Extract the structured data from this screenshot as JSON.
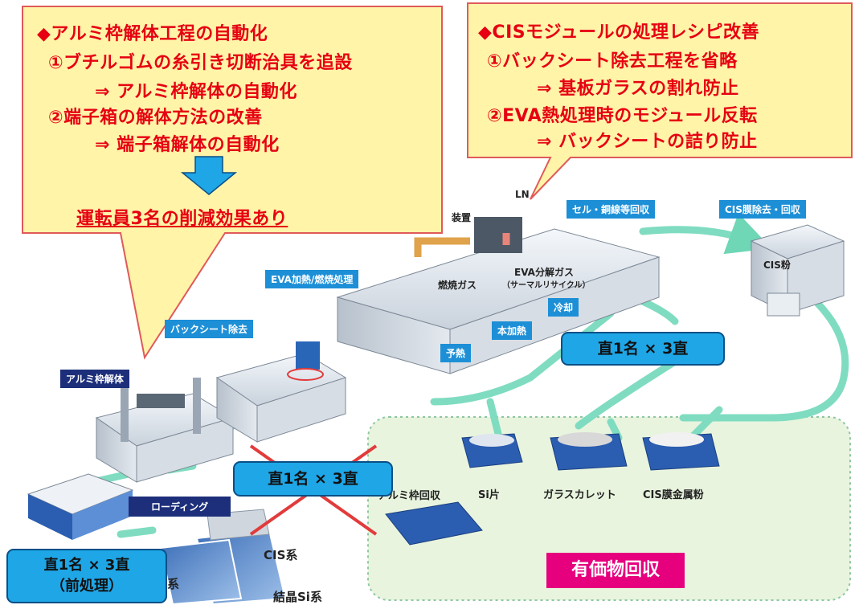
{
  "callout_left": {
    "title": "◆アルミ枠解体工程の自動化",
    "item1": "①ブチルゴムの糸引き切断治具を追設",
    "item1_result": "⇒ アルミ枠解体の自動化",
    "item2": "②端子箱の解体方法の改善",
    "item2_result": "⇒ 端子箱解体の自動化",
    "effect": "運転員3名の削減効果あり"
  },
  "callout_right": {
    "title": "◆CISモジュールの処理レシピ改善",
    "item1": "①バックシート除去工程を省略",
    "item1_result": "⇒ 基板ガラスの割れ防止",
    "item2": "②EVA熱処理時のモジュール反転",
    "item2_result": "⇒ バックシートの詰り防止"
  },
  "stages": {
    "alumi_kaitai": "アルミ枠解体",
    "backsheet": "バックシート除去",
    "eva": "EVA加熱/燃焼処理",
    "loading": "ローディング",
    "cell_recovery": "セル・銅線等回収",
    "cis_removal": "CIS膜除去・回収",
    "yonetsu": "予熱",
    "honkanetsu": "本加熱",
    "reikyaku": "冷却",
    "souchi": "装置",
    "ln": "LN",
    "nensho_gas": "燃焼ガス",
    "eva_gas": "EVA分解ガス",
    "eva_gas_sub": "（サーマルリサイクル）",
    "cis_powder": "CIS粉"
  },
  "products": {
    "alumi_recovery": "アルミ枠回収",
    "si": "Si片",
    "glass": "ガラスカレット",
    "cis_metal": "CIS膜金属粉"
  },
  "panels": {
    "cis": "CIS系",
    "si": "結晶Si系",
    "kei": "系"
  },
  "staff": {
    "center_right": "直1名 × 3直",
    "center": "直1名 × 3直",
    "left_line1": "直1名 × 3直",
    "left_line2": "（前処理）"
  },
  "value_recovery": "有価物回収",
  "colors": {
    "callout_fill": "#fff4a8",
    "callout_border": "#e05a5a",
    "accent_red": "#e60012",
    "staff_box": "#1fa6e6",
    "flow_arrow": "#6fd6b6",
    "recovery_area": "#e8f4de"
  }
}
